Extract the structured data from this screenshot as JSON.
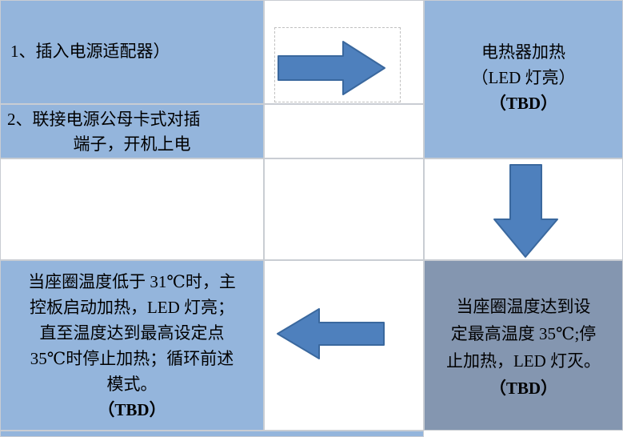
{
  "title": "heating-process-flowchart",
  "colors": {
    "cell_light_blue": "#94B5DC",
    "cell_dark_blue_gray": "#8496B0",
    "arrow_fill": "#4E80BD",
    "arrow_outline": "#3A689E",
    "grid_line": "#C9CDD3",
    "text": "#000000"
  },
  "cells": {
    "step1": {
      "text": "1、插入电源适配器）"
    },
    "step2": {
      "line1": "2、联接电源公母卡式对插",
      "line2": "端子，开机上电"
    },
    "heater": {
      "line1": "电热器加热",
      "line2": "（LED 灯亮）",
      "tbd": "（TBD）"
    },
    "cycle": {
      "lines": [
        "当座圈温度低于 31℃时，主",
        "控板启动加热，LED 灯亮；",
        "直至温度达到最高设定点",
        "35℃时停止加热；循环前述",
        "模式。"
      ],
      "tbd": "（TBD）"
    },
    "stop": {
      "lines": [
        "当座圈温度达到设",
        "定最高温度 35℃;停",
        "止加热，LED 灯灭。"
      ],
      "tbd": "（TBD）"
    }
  },
  "icons": {
    "right_arrow": "right-arrow",
    "down_arrow": "down-arrow",
    "left_arrow": "left-arrow",
    "placeholder_box": "dashed-placeholder-box"
  }
}
